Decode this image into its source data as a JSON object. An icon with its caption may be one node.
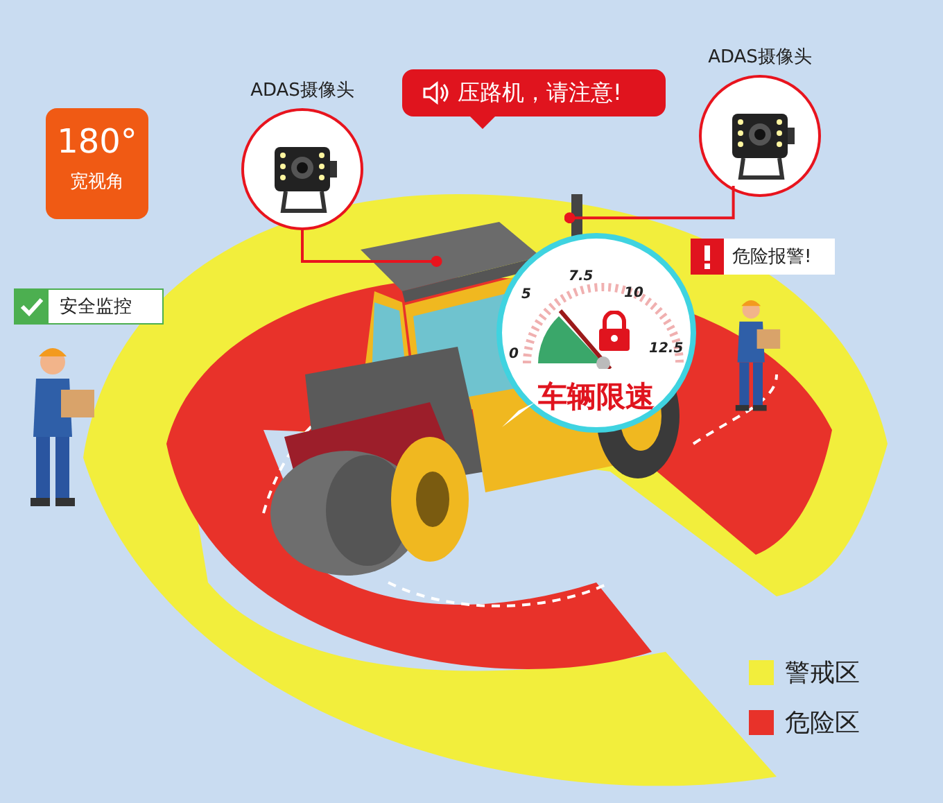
{
  "diagram": {
    "nodes": [
      {
        "text": [
          "ADAS摄像头"
        ]
      },
      {
        "text": [
          "ADAS摄像头"
        ]
      },
      {
        "text": [],
        "shape": "picture"
      },
      {
        "text": [
          "180°",
          "宽视角"
        ]
      },
      {
        "text": [
          "压路机，请注意!"
        ]
      },
      {
        "text": [
          "安全监控"
        ]
      },
      {
        "text": [
          "危险报警!"
        ]
      },
      {
        "text": [
          "车辆限速"
        ]
      },
      {
        "text": [],
        "shape": "person"
      },
      {
        "text": [],
        "shape": "person"
      }
    ],
    "edges": [
      {
        "from": 0,
        "to": 2,
        "arrow": "other"
      },
      {
        "from": 1,
        "to": 2,
        "arrow": "other"
      }
    ],
    "labels": [
      "7.5",
      "5",
      "10",
      "0",
      "12.5"
    ],
    "legend": [
      {
        "text": "警戒区",
        "color": "#f2ee3c"
      },
      {
        "text": "危险区",
        "color": "#e8322a"
      }
    ]
  }
}
